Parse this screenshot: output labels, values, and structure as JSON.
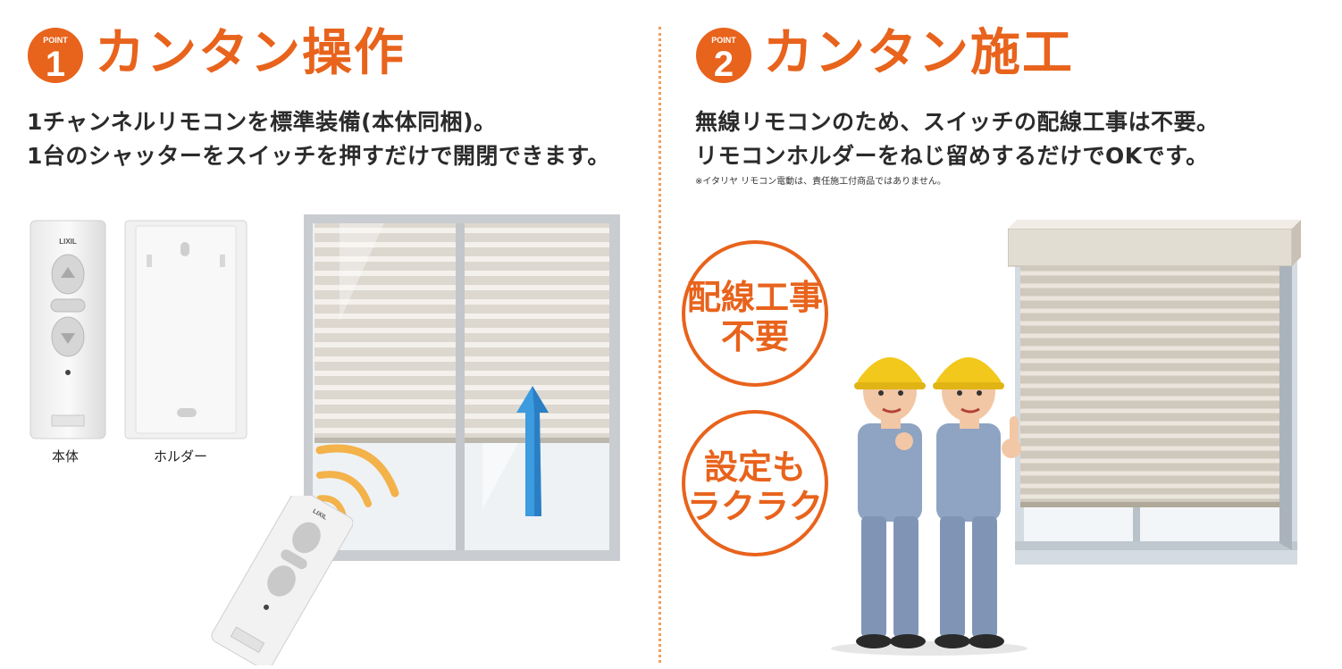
{
  "point1": {
    "badge_label": "POINT",
    "badge_number": "1",
    "title": "カンタン操作",
    "desc_line1": "1チャンネルリモコンを標準装備(本体同梱)。",
    "desc_line2": "1台のシャッターをスイッチを押すだけで開閉できます。",
    "remote_caption": "本体",
    "holder_caption": "ホルダー",
    "remote_brand": "LIXIL"
  },
  "point2": {
    "badge_label": "POINT",
    "badge_number": "2",
    "title": "カンタン施工",
    "desc_line1": "無線リモコンのため、スイッチの配線工事は不要。",
    "desc_line2": "リモコンホルダーをねじ留めするだけでOKです。",
    "note": "※イタリヤ リモコン電動は、責任施工付商品ではありません。",
    "circle1_line1": "配線工事",
    "circle1_line2": "不要",
    "circle2_line1": "設定も",
    "circle2_line2": "ラクラク"
  },
  "colors": {
    "accent": "#e8631c",
    "text": "#2b2b2b",
    "arrow": "#3d9be0"
  }
}
